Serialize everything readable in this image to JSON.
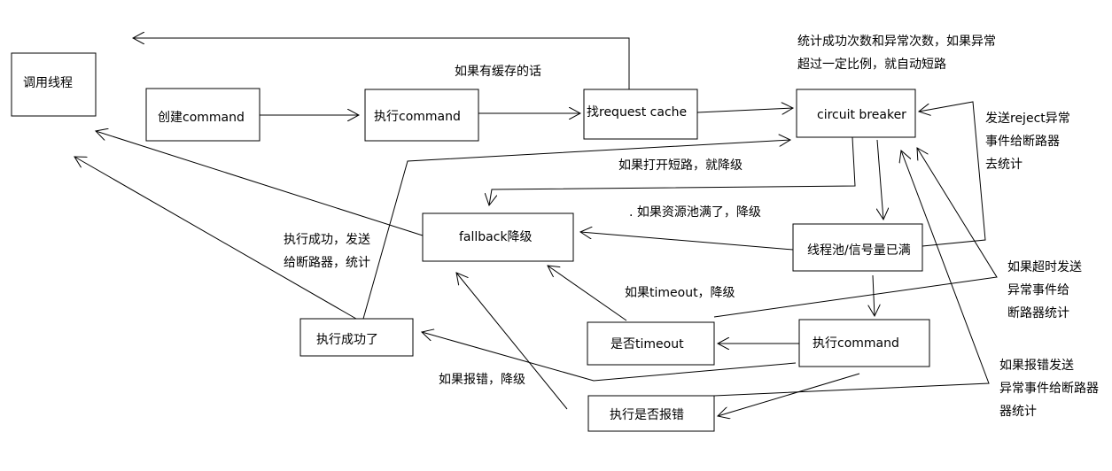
{
  "nodes": {
    "caller": "调用线程",
    "create_command": "创建command",
    "execute_command_top": "执行command",
    "request_cache": "找request cache",
    "circuit_breaker": "circuit breaker",
    "fallback": "fallback降级",
    "pool_full": "线程池/信号量已满",
    "success": "执行成功了",
    "is_timeout": "是否timeout",
    "execute_command": "执行command",
    "is_error": "执行是否报错"
  },
  "labels": {
    "cache_hit": "如果有缓存的话",
    "cb_note": [
      "统计成功次数和异常次数，如果异常",
      "超过一定比例，就自动短路"
    ],
    "open_circuit": "如果打开短路，就降级",
    "pool_full": ". 如果资源池满了，降级",
    "success_report": [
      "执行成功，发送",
      "给断路器，统计"
    ],
    "timeout_fallback": "如果timeout，降级",
    "error_fallback": "如果报错，降级",
    "reject_report": [
      "发送reject异常",
      "事件给断路器",
      "去统计"
    ],
    "timeout_report": [
      "如果超时发送",
      "异常事件给",
      "断路器统计"
    ],
    "error_report": [
      "如果报错发送",
      "异常事件给断路器",
      "器统计"
    ]
  }
}
